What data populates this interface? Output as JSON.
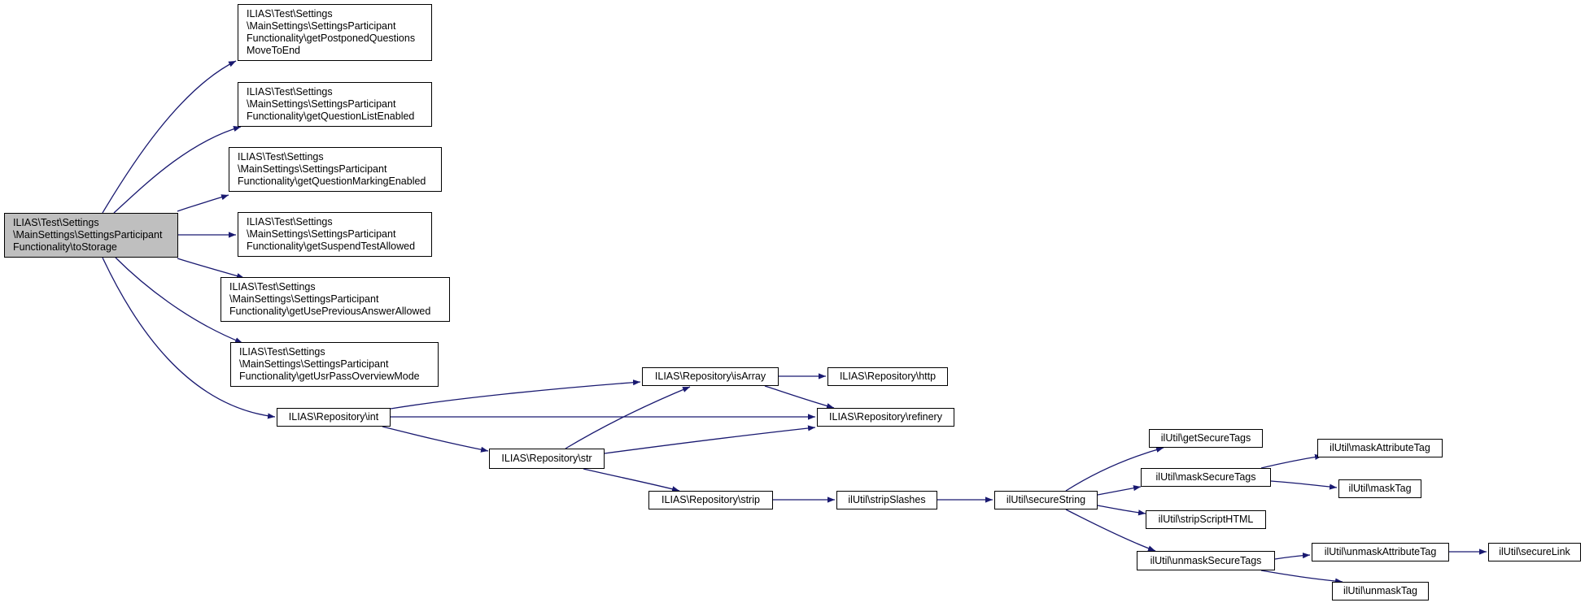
{
  "diagram": {
    "edge_color": "#191970",
    "root_fill": "#bfbfbf",
    "nodes": [
      {
        "id": "root",
        "label": "ILIAS\\Test\\Settings\n\\MainSettings\\SettingsParticipant\nFunctionality\\toStorage"
      },
      {
        "id": "getPostponed",
        "label": "ILIAS\\Test\\Settings\n\\MainSettings\\SettingsParticipant\nFunctionality\\getPostponedQuestions\nMoveToEnd"
      },
      {
        "id": "getQuestionList",
        "label": "ILIAS\\Test\\Settings\n\\MainSettings\\SettingsParticipant\nFunctionality\\getQuestionListEnabled"
      },
      {
        "id": "getQuestionMarking",
        "label": "ILIAS\\Test\\Settings\n\\MainSettings\\SettingsParticipant\nFunctionality\\getQuestionMarkingEnabled"
      },
      {
        "id": "getSuspend",
        "label": "ILIAS\\Test\\Settings\n\\MainSettings\\SettingsParticipant\nFunctionality\\getSuspendTestAllowed"
      },
      {
        "id": "getUsePrevious",
        "label": "ILIAS\\Test\\Settings\n\\MainSettings\\SettingsParticipant\nFunctionality\\getUsePreviousAnswerAllowed"
      },
      {
        "id": "getUsrPass",
        "label": "ILIAS\\Test\\Settings\n\\MainSettings\\SettingsParticipant\nFunctionality\\getUsrPassOverviewMode"
      },
      {
        "id": "repoInt",
        "label": "ILIAS\\Repository\\int"
      },
      {
        "id": "repoIsArray",
        "label": "ILIAS\\Repository\\isArray"
      },
      {
        "id": "repoHttp",
        "label": "ILIAS\\Repository\\http"
      },
      {
        "id": "repoRefinery",
        "label": "ILIAS\\Repository\\refinery"
      },
      {
        "id": "repoStr",
        "label": "ILIAS\\Repository\\str"
      },
      {
        "id": "repoStrip",
        "label": "ILIAS\\Repository\\strip"
      },
      {
        "id": "stripSlashes",
        "label": "ilUtil\\stripSlashes"
      },
      {
        "id": "secureString",
        "label": "ilUtil\\secureString"
      },
      {
        "id": "getSecureTags",
        "label": "ilUtil\\getSecureTags"
      },
      {
        "id": "maskSecureTags",
        "label": "ilUtil\\maskSecureTags"
      },
      {
        "id": "stripScriptHTML",
        "label": "ilUtil\\stripScriptHTML"
      },
      {
        "id": "unmaskSecureTags",
        "label": "ilUtil\\unmaskSecureTags"
      },
      {
        "id": "maskAttributeTag",
        "label": "ilUtil\\maskAttributeTag"
      },
      {
        "id": "maskTag",
        "label": "ilUtil\\maskTag"
      },
      {
        "id": "unmaskAttributeTag",
        "label": "ilUtil\\unmaskAttributeTag"
      },
      {
        "id": "unmaskTag",
        "label": "ilUtil\\unmaskTag"
      },
      {
        "id": "secureLink",
        "label": "ilUtil\\secureLink"
      }
    ],
    "edges": [
      {
        "from": "root",
        "to": "getPostponed"
      },
      {
        "from": "root",
        "to": "getQuestionList"
      },
      {
        "from": "root",
        "to": "getQuestionMarking"
      },
      {
        "from": "root",
        "to": "getSuspend"
      },
      {
        "from": "root",
        "to": "getUsePrevious"
      },
      {
        "from": "root",
        "to": "getUsrPass"
      },
      {
        "from": "root",
        "to": "repoInt"
      },
      {
        "from": "repoInt",
        "to": "repoIsArray"
      },
      {
        "from": "repoInt",
        "to": "repoRefinery"
      },
      {
        "from": "repoInt",
        "to": "repoStr"
      },
      {
        "from": "repoIsArray",
        "to": "repoHttp"
      },
      {
        "from": "repoIsArray",
        "to": "repoRefinery"
      },
      {
        "from": "repoStr",
        "to": "repoIsArray"
      },
      {
        "from": "repoStr",
        "to": "repoRefinery"
      },
      {
        "from": "repoStr",
        "to": "repoStrip"
      },
      {
        "from": "repoStrip",
        "to": "stripSlashes"
      },
      {
        "from": "stripSlashes",
        "to": "secureString"
      },
      {
        "from": "secureString",
        "to": "getSecureTags"
      },
      {
        "from": "secureString",
        "to": "maskSecureTags"
      },
      {
        "from": "secureString",
        "to": "stripScriptHTML"
      },
      {
        "from": "secureString",
        "to": "unmaskSecureTags"
      },
      {
        "from": "maskSecureTags",
        "to": "maskAttributeTag"
      },
      {
        "from": "maskSecureTags",
        "to": "maskTag"
      },
      {
        "from": "unmaskSecureTags",
        "to": "unmaskAttributeTag"
      },
      {
        "from": "unmaskSecureTags",
        "to": "unmaskTag"
      },
      {
        "from": "unmaskAttributeTag",
        "to": "secureLink"
      }
    ]
  }
}
